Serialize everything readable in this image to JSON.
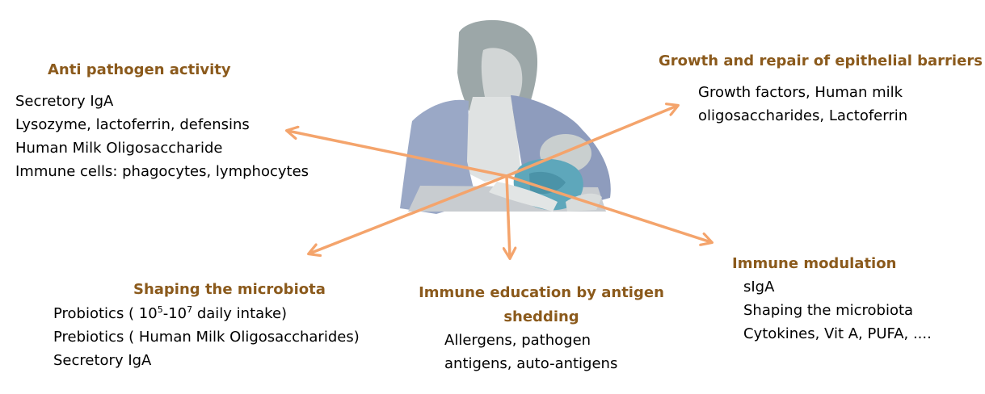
{
  "colors": {
    "heading": "#8b5a1c",
    "arrow": "#f4a46c",
    "body_text": "#000000"
  },
  "illustration": {
    "icon": "breastfeeding-mother-infant-icon"
  },
  "anti_pathogen": {
    "title": "Anti pathogen activity",
    "items": [
      "Secretory IgA",
      "Lysozyme, lactoferrin, defensins",
      "Human Milk Oligosaccharide",
      "Immune cells: phagocytes, lymphocytes"
    ]
  },
  "growth_repair": {
    "title": "Growth and repair of epithelial barriers",
    "items": [
      "Growth factors, Human milk",
      "oligosaccharides, Lactoferrin"
    ]
  },
  "microbiota": {
    "title": "Shaping the microbiota",
    "probiotics": {
      "prefix": "Probiotics ( 10",
      "exp1": "5",
      "mid": "-10",
      "exp2": "7",
      "suffix": " daily intake)"
    },
    "items": [
      "Prebiotics ( Human Milk Oligosaccharides)",
      "Secretory IgA"
    ]
  },
  "immune_education": {
    "title_line1": "Immune education by antigen",
    "title_line2": "shedding",
    "items": [
      "Allergens, pathogen",
      "antigens, auto-antigens"
    ]
  },
  "immune_modulation": {
    "title": "Immune modulation",
    "items": [
      "sIgA",
      "Shaping the microbiota",
      "Cytokines, Vit A, PUFA, ...."
    ]
  }
}
